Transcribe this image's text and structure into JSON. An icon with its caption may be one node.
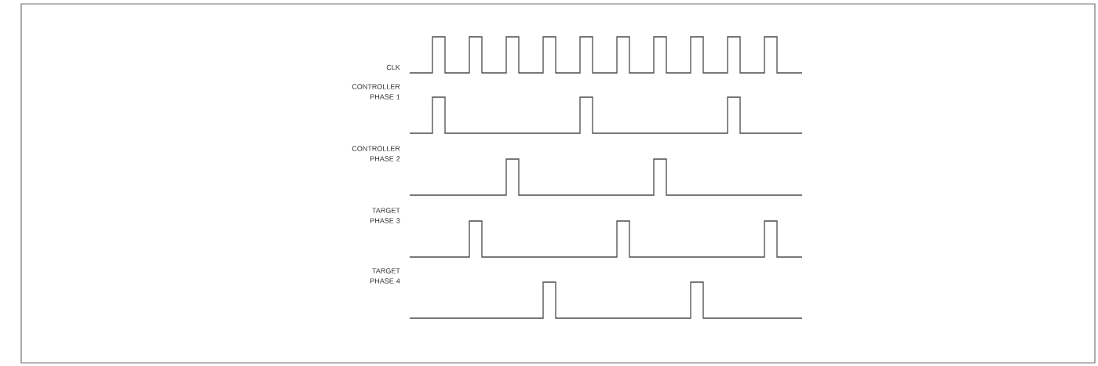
{
  "diagram": {
    "labels": [
      "CLK",
      "CONTROLLER PHASE 1",
      "CONTROLLER PHASE 2",
      "TARGET PHASE 3",
      "TARGET PHASE 4"
    ]
  }
}
